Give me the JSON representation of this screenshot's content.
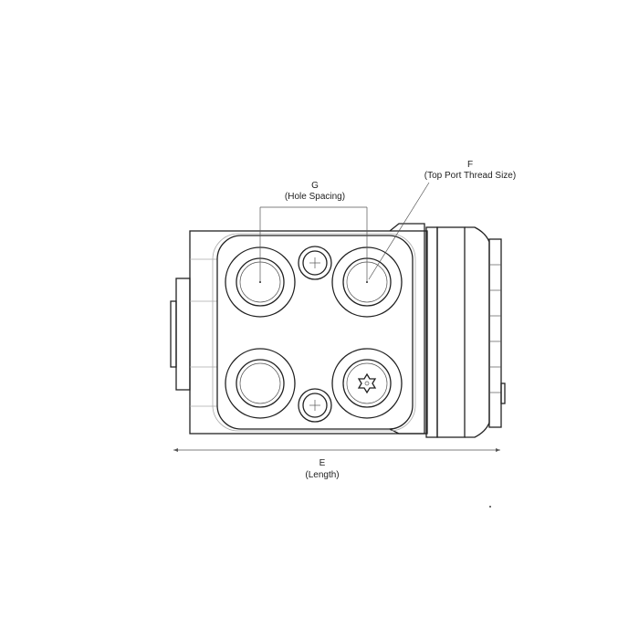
{
  "dimensions": {
    "G": {
      "letter": "G",
      "description": "(Hole Spacing)"
    },
    "F": {
      "letter": "F",
      "description": "(Top Port Thread Size)"
    },
    "E": {
      "letter": "E",
      "description": "(Length)"
    }
  }
}
